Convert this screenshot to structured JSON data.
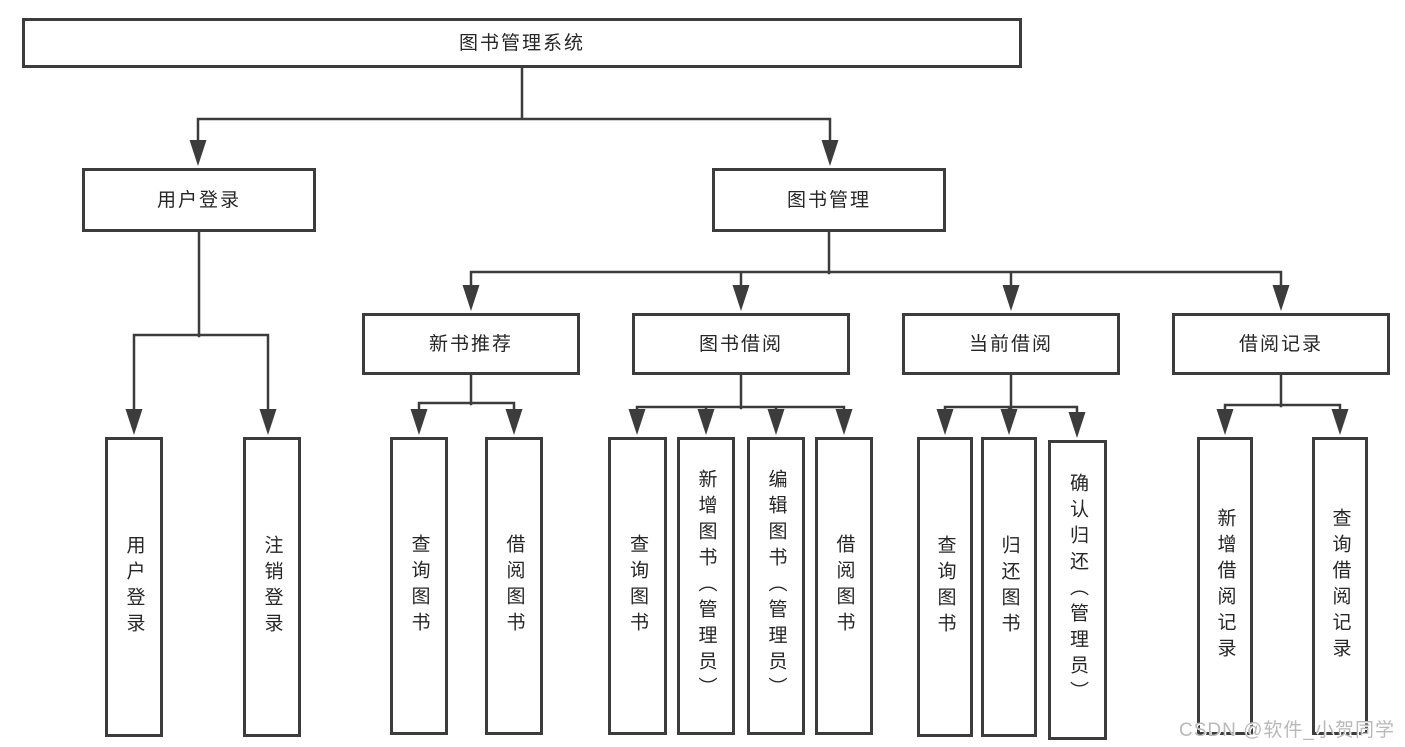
{
  "tree": {
    "label": "图书管理系统",
    "children": [
      {
        "label": "用户登录",
        "children": [
          {
            "label": "用户登录"
          },
          {
            "label": "注销登录"
          }
        ]
      },
      {
        "label": "图书管理",
        "children": [
          {
            "label": "新书推荐",
            "children": [
              {
                "label": "查询图书"
              },
              {
                "label": "借阅图书"
              }
            ]
          },
          {
            "label": "图书借阅",
            "children": [
              {
                "label": "查询图书"
              },
              {
                "label": "新增图书（管理员）"
              },
              {
                "label": "编辑图书（管理员）"
              },
              {
                "label": "借阅图书"
              }
            ]
          },
          {
            "label": "当前借阅",
            "children": [
              {
                "label": "查询图书"
              },
              {
                "label": "归还图书"
              },
              {
                "label": "确认归还（管理员）"
              }
            ]
          },
          {
            "label": "借阅记录",
            "children": [
              {
                "label": "新增借阅记录"
              },
              {
                "label": "查询借阅记录"
              }
            ]
          }
        ]
      }
    ]
  },
  "watermark": "CSDN @软件_小贺同学",
  "colors": {
    "line": "#3c3c3c",
    "text": "#262626",
    "background": "#ffffff",
    "watermark": "#b9b9b9"
  }
}
